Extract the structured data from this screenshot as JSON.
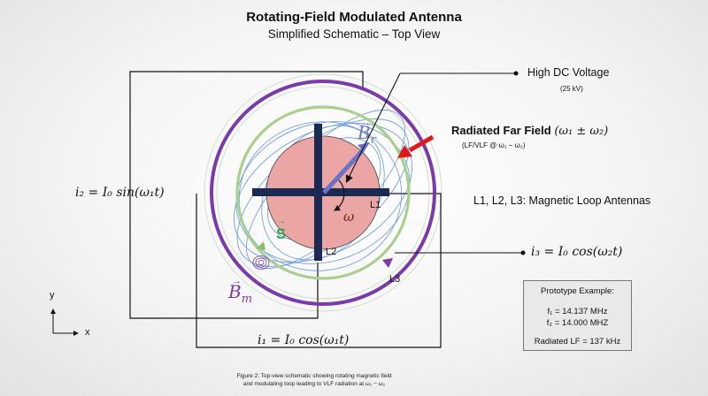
{
  "title": "Rotating-Field Modulated Antenna",
  "subtitle": "Simplified Schematic – Top View",
  "labels": {
    "high_voltage": "High DC Voltage",
    "high_voltage_value": "(25 kV)",
    "radiated_far_field": "Radiated Far Field",
    "radiated_far_field_math": "(ω₁ ± ω₂)",
    "lf_vlf": "(LF/VLF @ ω₁ − ω₂)",
    "loop_antennas": "L1, L2, L3: Magnetic Loop Antennas",
    "i2": "i₂ = I₀ sin(ω₁t)",
    "i1": "i₁ = I₀ cos(ω₁t)",
    "i3": "i₃ = I₀ cos(ω₂t)",
    "L1": "L1",
    "L2": "L2",
    "L3": "L3",
    "omega": "ω",
    "Br": "B",
    "Br_sub": "r",
    "Bm": "B",
    "Bm_sub": "m",
    "S": "S",
    "axis_y": "y",
    "axis_x": "x"
  },
  "prototype": {
    "heading": "Prototype Example:",
    "f1": "f₁ = 14.137 MHz",
    "f2": "f₂ = 14.000 MHZ",
    "radiated": "Radiated LF = 137 kHz"
  },
  "caption": {
    "line1": "Figure 2: Top-view schematic showing rotating magnetic field",
    "line2": "and modulating loop leading to VLF radiation at ω₁ − ω₂"
  },
  "colors": {
    "disk": "#eba5a5",
    "cross": "#1b2a52",
    "outer_loop": "#7a3aa8",
    "green_ring": "#a9cf8c",
    "field_lines": "#4a86d6",
    "br_arrow": "#6a73c6",
    "red_arrow": "#e01818"
  }
}
